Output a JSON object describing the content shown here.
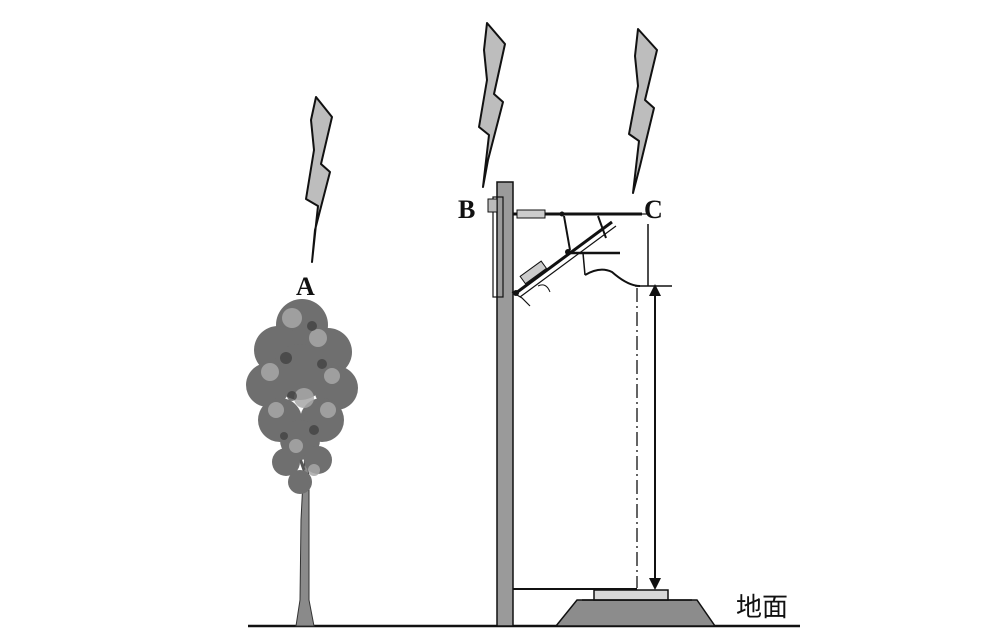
{
  "labels": {
    "point_a": "A",
    "point_b": "B",
    "point_c": "C",
    "ground": "地面"
  },
  "colors": {
    "stroke": "#111111",
    "bolt_fill": "#bdbdbd",
    "pole_fill": "#9a9a9a",
    "foliage": "#6f6f6f",
    "foliage_light": "#a8a8a8",
    "trunk": "#8a8a8a",
    "track_bed": "#8c8c8c"
  },
  "icons": {
    "bolts": "lightning-bolt-icon",
    "tree": "tree-icon",
    "pole": "catenary-pole-icon"
  }
}
